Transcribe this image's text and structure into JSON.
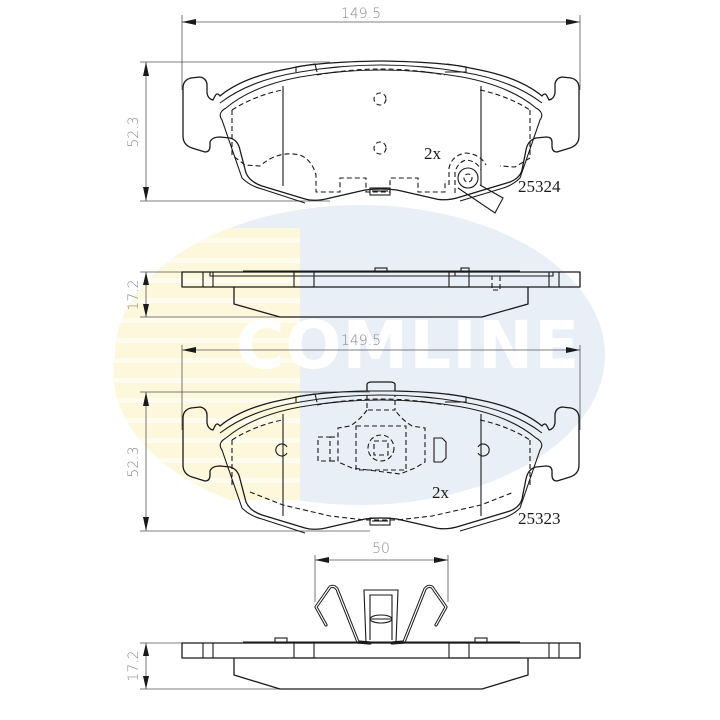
{
  "watermark": {
    "text": "COMLINE",
    "ellipse_color": "#e8eef7",
    "stripe_color": "#fdf6d8"
  },
  "colors": {
    "line": "#1a1a1a",
    "dimension_text": "#8a8a8a",
    "background": "#ffffff"
  },
  "views": [
    {
      "id": "top-pad-front",
      "width_dim": "149.5",
      "height_dim": "52.3",
      "quantity": "2x",
      "part_number": "25324"
    },
    {
      "id": "top-pad-side",
      "thickness_dim": "17.2"
    },
    {
      "id": "bottom-pad-front",
      "width_dim": "149.5",
      "height_dim": "52.3",
      "quantity": "2x",
      "part_number": "25323"
    },
    {
      "id": "bottom-pad-side",
      "thickness_dim": "17.2",
      "clip_width_dim": "50"
    }
  ]
}
